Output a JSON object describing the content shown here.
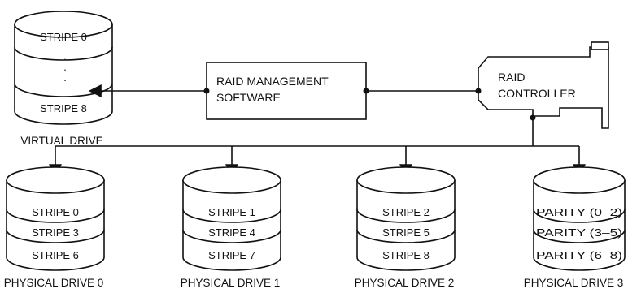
{
  "virtual_drive": {
    "label": "VIRTUAL DRIVE",
    "stripes": [
      "STRIPE 0",
      "STRIPE 8"
    ],
    "ellipsis": "·"
  },
  "software": {
    "line1": "RAID MANAGEMENT",
    "line2": "SOFTWARE"
  },
  "controller": {
    "line1": "RAID",
    "line2": "CONTROLLER"
  },
  "physical_drives": [
    {
      "label": "PHYSICAL DRIVE 0",
      "stripes": [
        "STRIPE 0",
        "STRIPE 3",
        "STRIPE 6"
      ]
    },
    {
      "label": "PHYSICAL DRIVE 1",
      "stripes": [
        "STRIPE 1",
        "STRIPE 4",
        "STRIPE 7"
      ]
    },
    {
      "label": "PHYSICAL DRIVE 2",
      "stripes": [
        "STRIPE 2",
        "STRIPE 5",
        "STRIPE 8"
      ]
    },
    {
      "label": "PHYSICAL DRIVE 3",
      "stripes": [
        "PARITY (0–2)",
        "PARITY (3–5)",
        "PARITY (6–8)"
      ]
    }
  ]
}
